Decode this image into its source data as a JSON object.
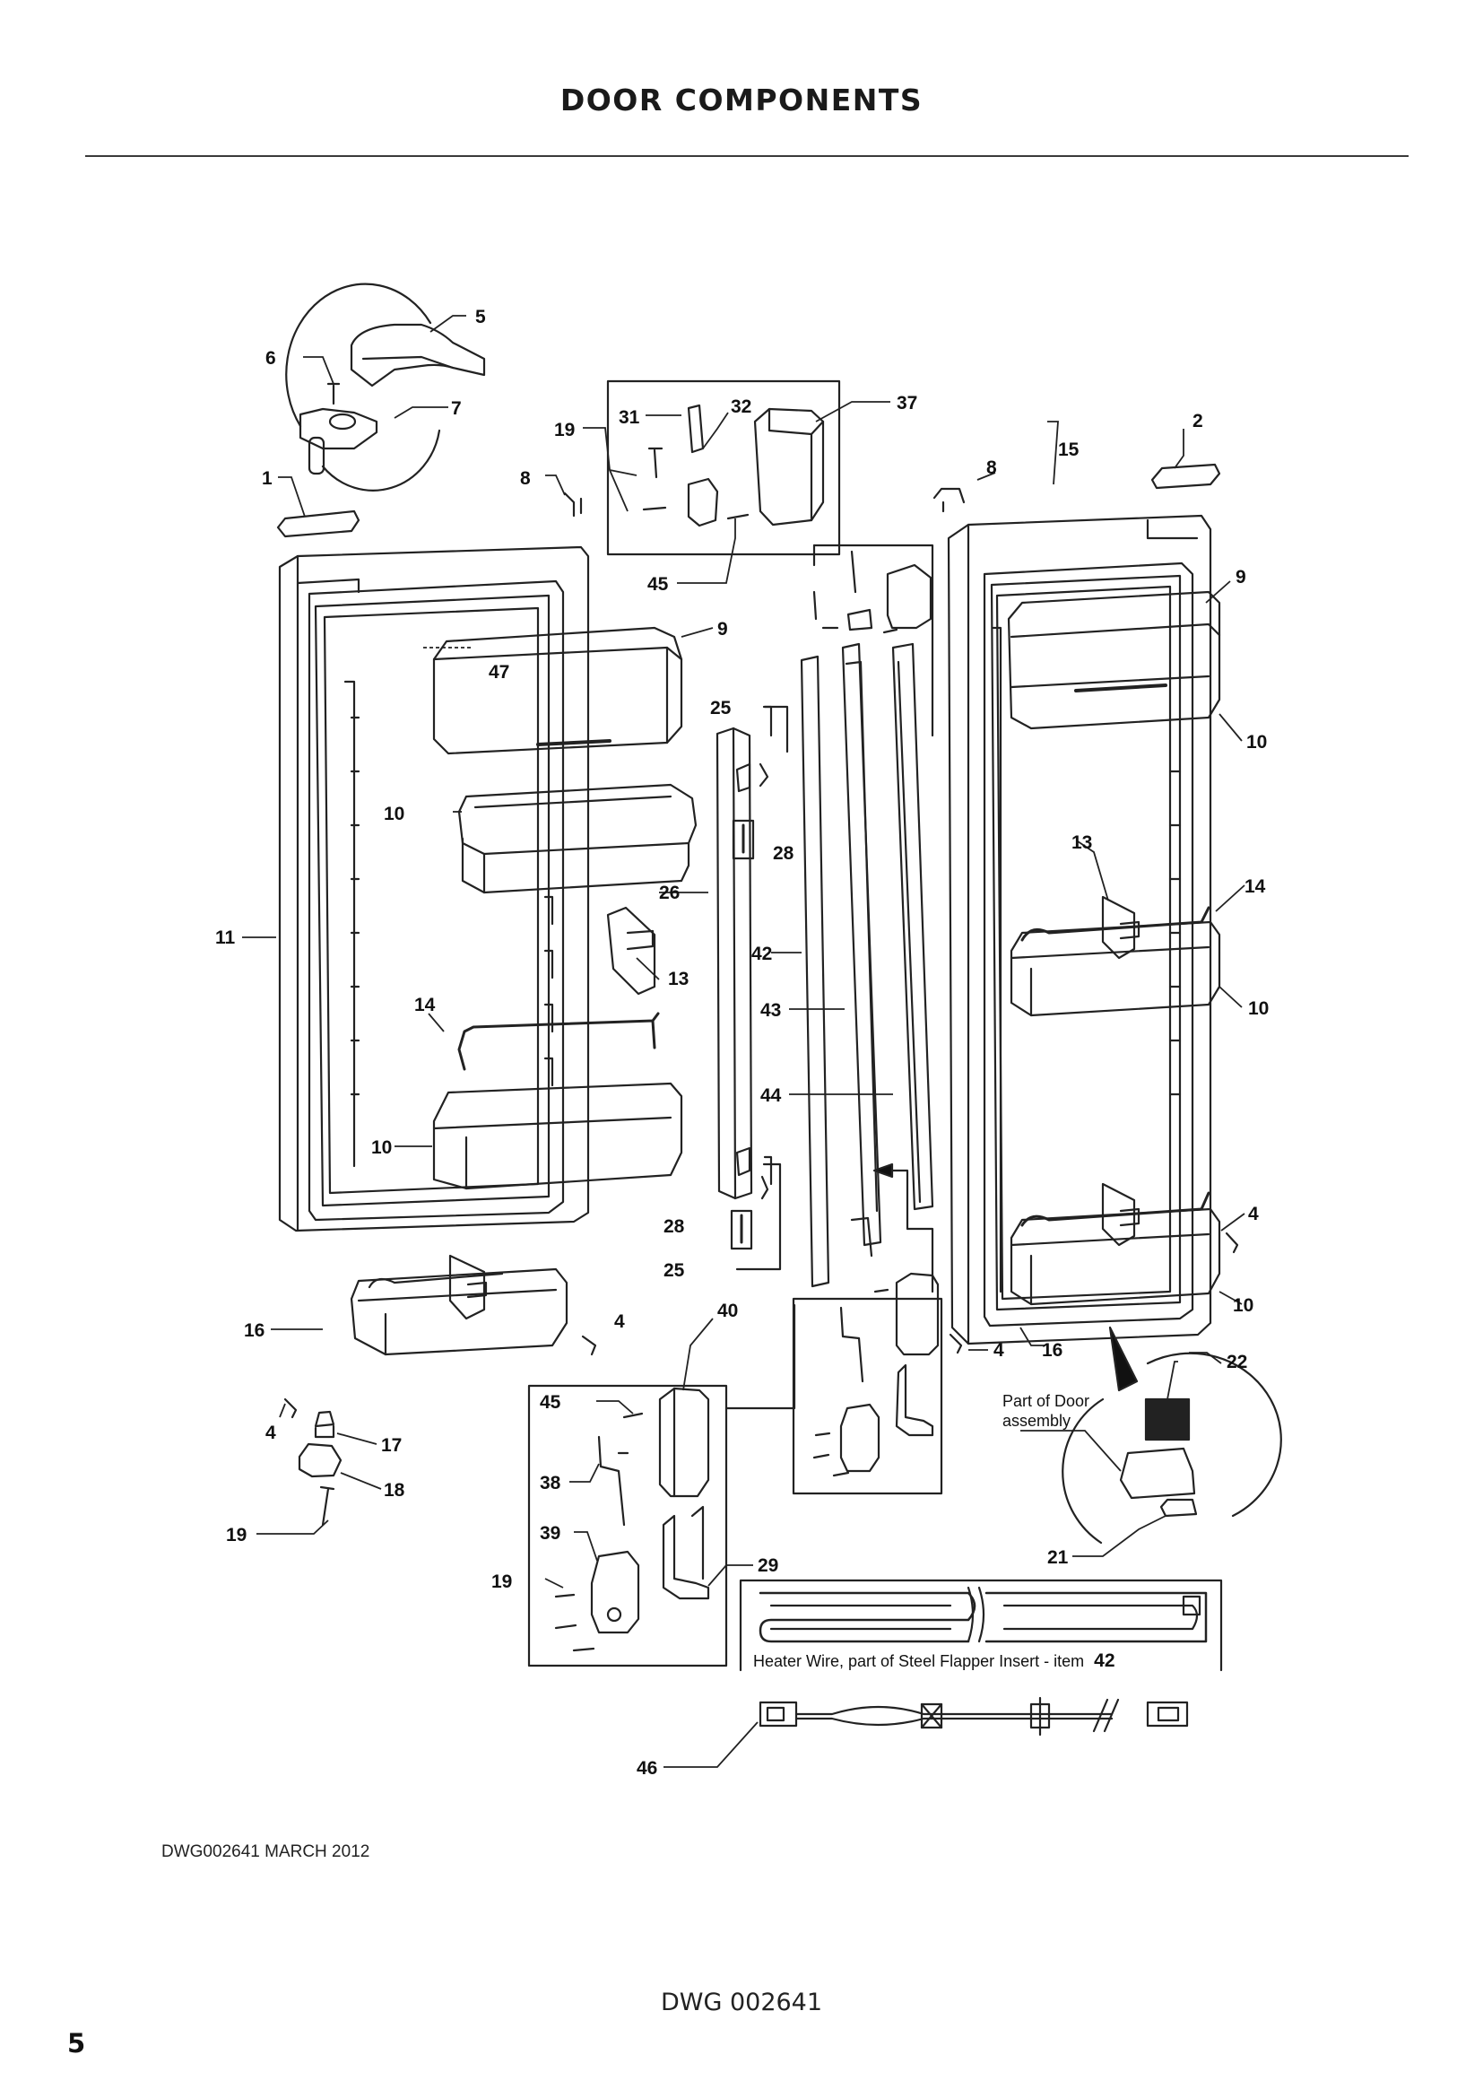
{
  "page": {
    "title": "DOOR COMPONENTS",
    "drawing_ref": "DWG002641  MARCH 2012",
    "footer_code": "DWG 002641",
    "page_number": "5"
  },
  "notes": {
    "part_of_door_line1": "Part of Door",
    "part_of_door_line2": "assembly",
    "heater_wire_text": "Heater Wire, part of Steel Flapper Insert - item",
    "heater_wire_item": "42"
  },
  "callouts": [
    {
      "id": "c1",
      "text": "1"
    },
    {
      "id": "c2",
      "text": "2"
    },
    {
      "id": "c4a",
      "text": "4"
    },
    {
      "id": "c4b",
      "text": "4"
    },
    {
      "id": "c4c",
      "text": "4"
    },
    {
      "id": "c4d",
      "text": "4"
    },
    {
      "id": "c5",
      "text": "5"
    },
    {
      "id": "c6",
      "text": "6"
    },
    {
      "id": "c7",
      "text": "7"
    },
    {
      "id": "c8a",
      "text": "8"
    },
    {
      "id": "c8b",
      "text": "8"
    },
    {
      "id": "c9a",
      "text": "9"
    },
    {
      "id": "c9b",
      "text": "9"
    },
    {
      "id": "c10a",
      "text": "10"
    },
    {
      "id": "c10b",
      "text": "10"
    },
    {
      "id": "c10c",
      "text": "10"
    },
    {
      "id": "c10d",
      "text": "10"
    },
    {
      "id": "c10e",
      "text": "10"
    },
    {
      "id": "c11",
      "text": "11"
    },
    {
      "id": "c13a",
      "text": "13"
    },
    {
      "id": "c13b",
      "text": "13"
    },
    {
      "id": "c14a",
      "text": "14"
    },
    {
      "id": "c14b",
      "text": "14"
    },
    {
      "id": "c15",
      "text": "15"
    },
    {
      "id": "c16a",
      "text": "16"
    },
    {
      "id": "c16b",
      "text": "16"
    },
    {
      "id": "c17",
      "text": "17"
    },
    {
      "id": "c18",
      "text": "18"
    },
    {
      "id": "c19a",
      "text": "19"
    },
    {
      "id": "c19b",
      "text": "19"
    },
    {
      "id": "c19c",
      "text": "19"
    },
    {
      "id": "c21",
      "text": "21"
    },
    {
      "id": "c22",
      "text": "22"
    },
    {
      "id": "c25a",
      "text": "25"
    },
    {
      "id": "c25b",
      "text": "25"
    },
    {
      "id": "c26",
      "text": "26"
    },
    {
      "id": "c28a",
      "text": "28"
    },
    {
      "id": "c28b",
      "text": "28"
    },
    {
      "id": "c29",
      "text": "29"
    },
    {
      "id": "c31",
      "text": "31"
    },
    {
      "id": "c32",
      "text": "32"
    },
    {
      "id": "c37",
      "text": "37"
    },
    {
      "id": "c38",
      "text": "38"
    },
    {
      "id": "c39",
      "text": "39"
    },
    {
      "id": "c40",
      "text": "40"
    },
    {
      "id": "c42",
      "text": "42"
    },
    {
      "id": "c43",
      "text": "43"
    },
    {
      "id": "c44",
      "text": "44"
    },
    {
      "id": "c45a",
      "text": "45"
    },
    {
      "id": "c45b",
      "text": "45"
    },
    {
      "id": "c46",
      "text": "46"
    },
    {
      "id": "c47",
      "text": "47"
    }
  ]
}
